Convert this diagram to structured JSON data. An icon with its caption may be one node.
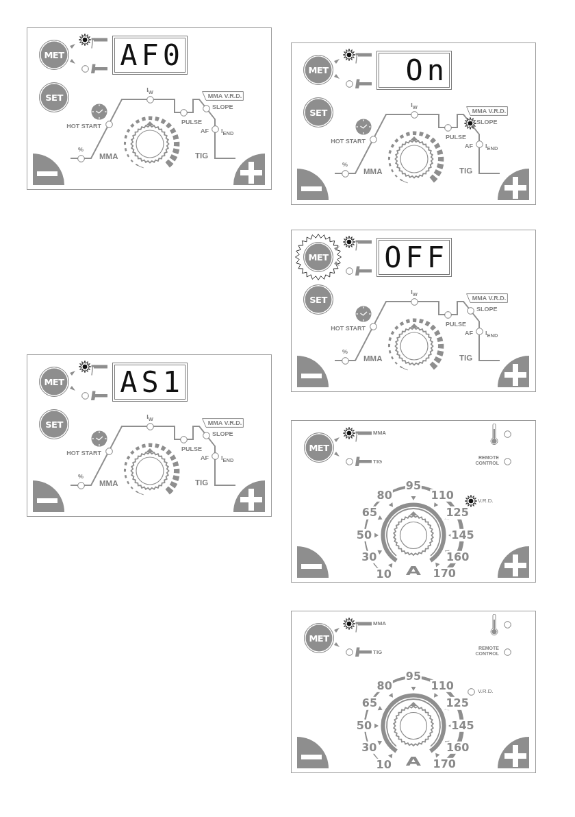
{
  "diagram": {
    "nodes": [
      {
        "text": [],
        "shape": "box"
      },
      {
        "text": [
          "MET"
        ],
        "in": 0
      },
      {
        "text": [
          "AF0"
        ],
        "in": 0
      },
      {
        "text": [
          "SET"
        ],
        "in": 0
      },
      {
        "text": [
          "MMA V.R.D."
        ],
        "in": 0
      },
      {
        "text": [],
        "shape": "box"
      },
      {
        "text": [
          "MET"
        ],
        "in": 5
      },
      {
        "text": [
          "On"
        ],
        "in": 5
      },
      {
        "text": [
          "SET"
        ],
        "in": 5
      },
      {
        "text": [
          "MMA V.R.D."
        ],
        "in": 5
      },
      {
        "text": [],
        "shape": "box"
      },
      {
        "text": [
          "MET"
        ],
        "in": 10
      },
      {
        "text": [
          "OFF"
        ],
        "in": 10
      },
      {
        "text": [
          "SET"
        ],
        "in": 10
      },
      {
        "text": [
          "MMA V.R.D."
        ],
        "in": 10
      },
      {
        "text": [],
        "shape": "box"
      },
      {
        "text": [
          "MET"
        ],
        "in": 15
      },
      {
        "text": [
          "AS1"
        ],
        "in": 15
      },
      {
        "text": [
          "SET"
        ],
        "in": 15
      },
      {
        "text": [
          "MMA V.R.D."
        ],
        "in": 15
      },
      {
        "text": [],
        "shape": "box"
      },
      {
        "text": [
          "MET"
        ],
        "in": 20
      },
      {
        "text": [],
        "shape": "box"
      },
      {
        "text": [
          "MET"
        ],
        "in": 22
      }
    ],
    "labels": [
      "I$_{W}$",
      "SLOPE",
      "HOT START",
      "PULSE",
      "AF",
      "I$_{END}$",
      "%",
      "MMA",
      "TIG",
      "I$_{W}$",
      "SLOPE",
      "HOT START",
      "PULSE",
      "AF",
      "I$_{END}$",
      "%",
      "MMA",
      "TIG",
      "I$_{W}$",
      "SLOPE",
      "HOT START",
      "PULSE",
      "AF",
      "I$_{END}$",
      "%",
      "MMA",
      "TIG",
      "I$_{W}$",
      "SLOPE",
      "HOT START",
      "PULSE",
      "AF",
      "I$_{END}$",
      "%",
      "MMA",
      "TIG",
      "MMA",
      "TIG",
      "REMOTE CONTROL",
      "95",
      "80",
      "110",
      "V.R.D.",
      "65",
      "125",
      "50",
      "145",
      "30",
      "160",
      "10",
      "A",
      "170",
      "MMA",
      "TIG",
      "REMOTE CONTROL",
      "95",
      "80",
      "110",
      "V.R.D.",
      "65",
      "125",
      "50",
      "145",
      "30",
      "160",
      "10",
      "A",
      "170"
    ]
  }
}
